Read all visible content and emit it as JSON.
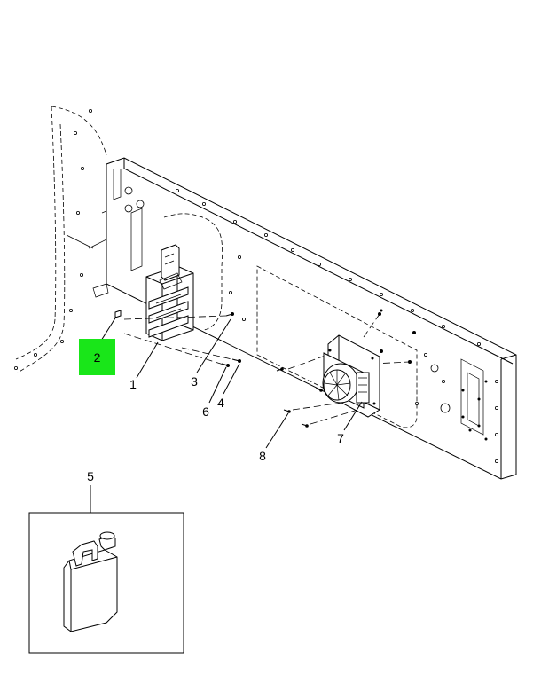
{
  "highlight_color": "#19e619",
  "callouts": [
    {
      "id": "1",
      "text": "1"
    },
    {
      "id": "2",
      "text": "2",
      "highlighted": true
    },
    {
      "id": "3",
      "text": "3"
    },
    {
      "id": "4",
      "text": "4"
    },
    {
      "id": "5",
      "text": "5"
    },
    {
      "id": "6",
      "text": "6"
    },
    {
      "id": "7",
      "text": "7"
    },
    {
      "id": "8",
      "text": "8"
    }
  ],
  "parts": {
    "bracket_icon": "mounting-bracket",
    "panel_icon": "cab-rear-panel",
    "fan_icon": "fan-motor-assembly",
    "jug_icon": "fluid-container"
  }
}
